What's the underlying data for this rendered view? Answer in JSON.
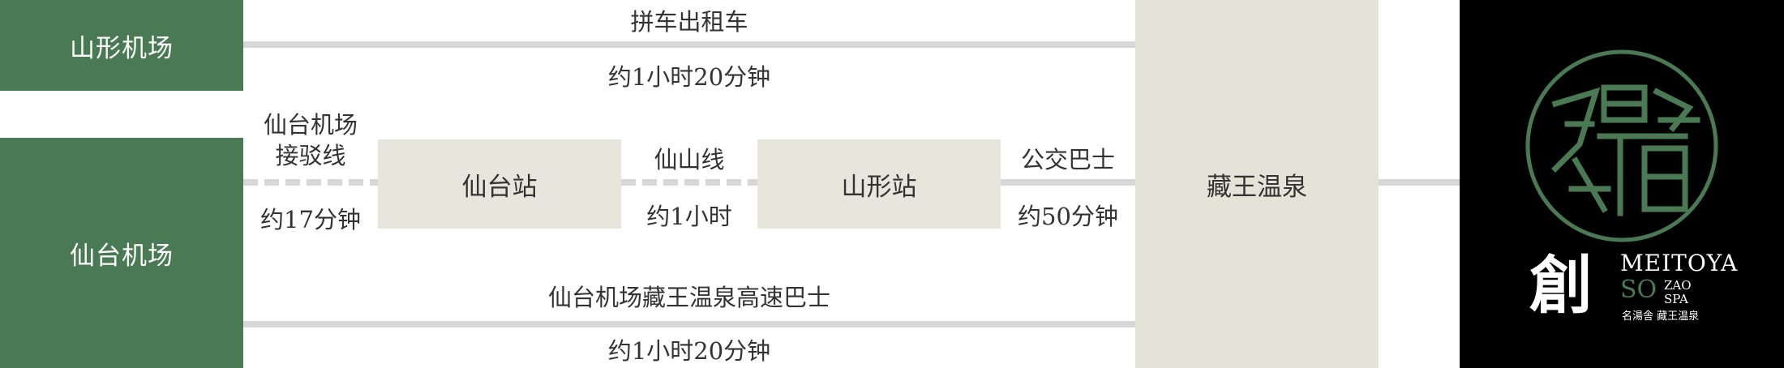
{
  "stations": {
    "yamagata_airport": "山形机场",
    "sendai_airport": "仙台机场",
    "sendai_station": "仙台站",
    "yamagata_station": "山形站",
    "zao_onsen": "藏王温泉"
  },
  "routes": {
    "taxi": {
      "name": "拼车出租车",
      "duration": "约1小时20分钟"
    },
    "airport_link": {
      "name_line1": "仙台机场",
      "name_line2": "接驳线",
      "duration": "约17分钟"
    },
    "senzan_line": {
      "name": "仙山线",
      "duration": "约1小时"
    },
    "bus": {
      "name": "公交巴士",
      "duration": "约50分钟"
    },
    "highway_bus": {
      "name": "仙台机场藏王温泉高速巴士",
      "duration": "约1小时20分钟"
    }
  },
  "brand": {
    "logo_circle_chars": "名湯舎",
    "logo_kanji": "創",
    "name_en": "MEITOYA",
    "so": "SO",
    "zao": "ZAO",
    "spa": "SPA",
    "name_jp": "名湯舎 藏王温泉"
  },
  "colors": {
    "green": "#4a7a54",
    "beige": "#e6e6dc",
    "line_gray": "#d7d7d7",
    "black": "#000000"
  }
}
